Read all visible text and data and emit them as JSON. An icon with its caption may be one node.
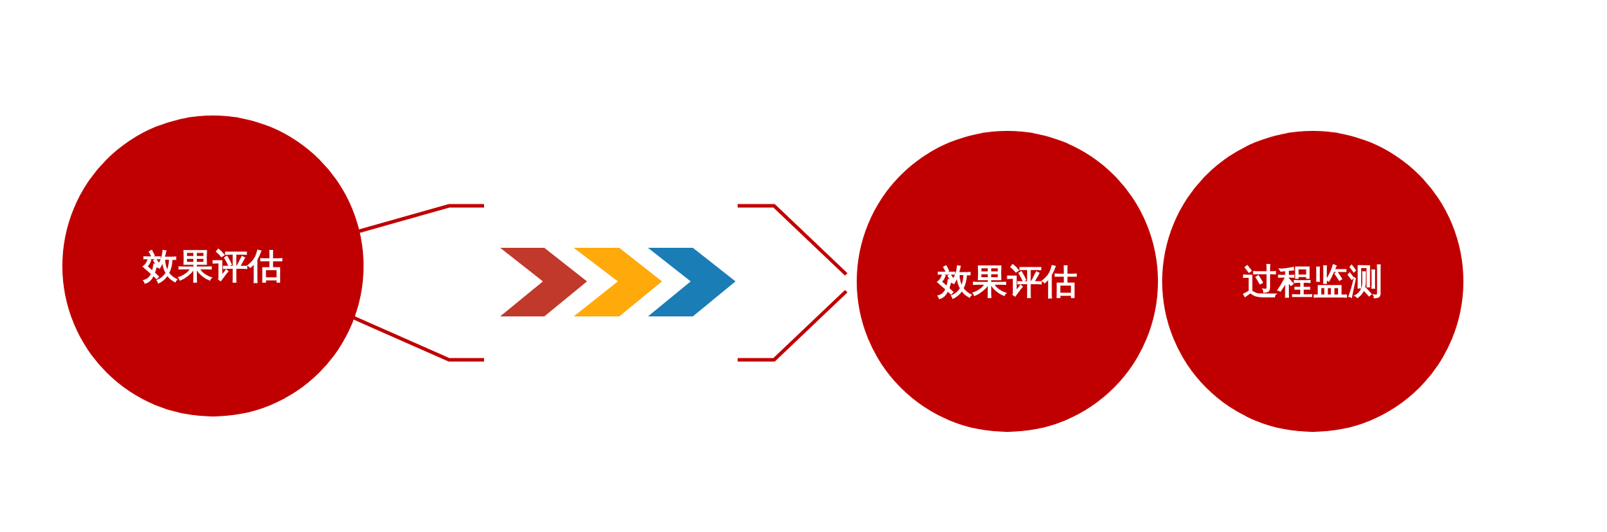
{
  "diagram": {
    "nodes": [
      {
        "text": [
          "效果评估"
        ]
      },
      {
        "text": [
          "效果评估"
        ]
      },
      {
        "text": [
          "过程监测"
        ]
      }
    ]
  }
}
